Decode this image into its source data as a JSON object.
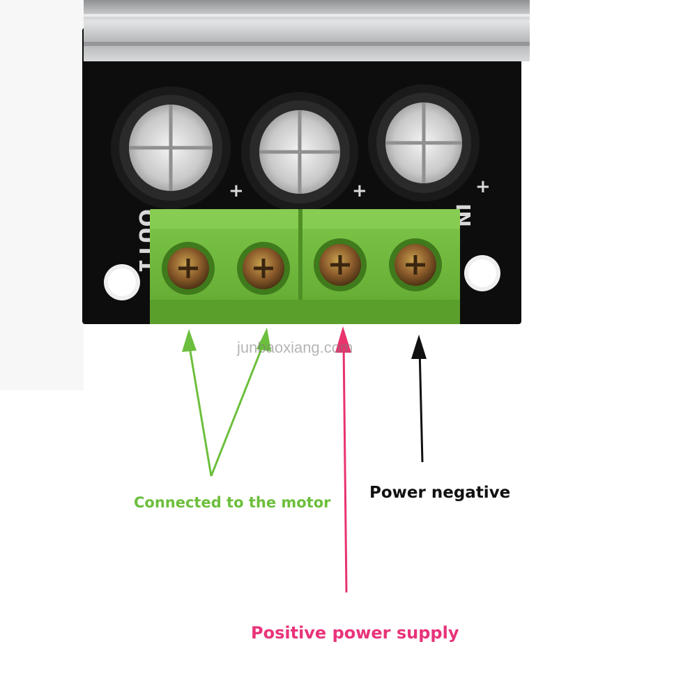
{
  "board": {
    "marking_out": "OUT1",
    "marking_in": "IN",
    "capacitor_marks": [
      "+",
      "+",
      "+"
    ]
  },
  "watermark": "junbaoxiang.com",
  "annotations": {
    "motor": "Connected to the motor",
    "negative": "Power negative",
    "positive": "Positive power supply"
  },
  "colors": {
    "motor_arrow": "#6cbf3c",
    "negative_arrow": "#111111",
    "positive_arrow": "#e8336d",
    "terminal_block": "#6fb83a",
    "pcb": "#0d0d0d",
    "heatsink": "#c9cacb"
  }
}
